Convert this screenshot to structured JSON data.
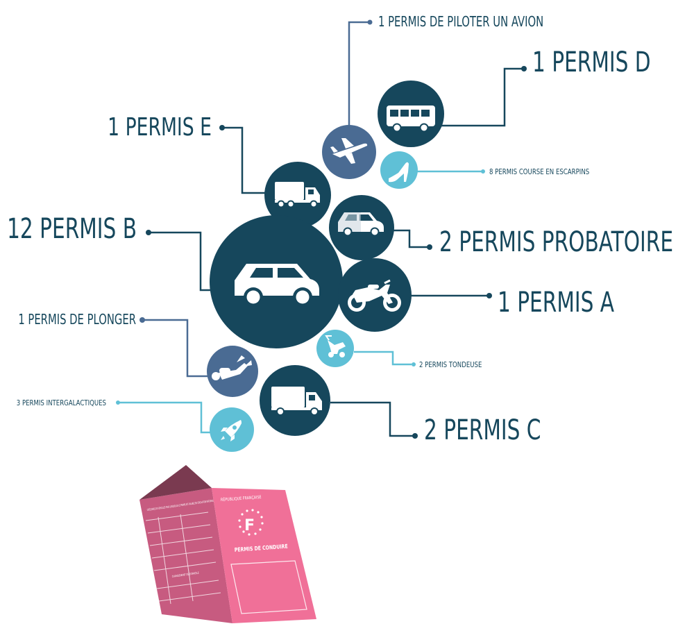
{
  "colors": {
    "dark": "#16475c",
    "mid": "#4a6b93",
    "light": "#5fc0d6",
    "licence_pink": "#f07098",
    "licence_back": "#c75b80",
    "licence_fold": "#7a3a50"
  },
  "licences": [
    {
      "id": "avion",
      "label": "1 PERMIS DE PILOTER UN AVION",
      "icon": "airplane-icon"
    },
    {
      "id": "d",
      "label": "1 PERMIS D",
      "icon": "bus-icon"
    },
    {
      "id": "e",
      "label": "1 PERMIS E",
      "icon": "truck-trailer-icon"
    },
    {
      "id": "escarpins",
      "label": "8 PERMIS COURSE EN ESCARPINS",
      "icon": "high-heel-icon"
    },
    {
      "id": "b",
      "label": "12 PERMIS B",
      "icon": "car-icon"
    },
    {
      "id": "probatoire",
      "label": "2 PERMIS PROBATOIRE",
      "icon": "car-probation-icon"
    },
    {
      "id": "a",
      "label": "1 PERMIS A",
      "icon": "motorcycle-icon"
    },
    {
      "id": "plonger",
      "label": "1 PERMIS DE PLONGER",
      "icon": "diver-icon"
    },
    {
      "id": "tondeuse",
      "label": "2 PERMIS TONDEUSE",
      "icon": "lawnmower-icon"
    },
    {
      "id": "intergalactiques",
      "label": "3 PERMIS INTERGALACTIQUES",
      "icon": "rocket-icon"
    },
    {
      "id": "c",
      "label": "2 PERMIS C",
      "icon": "truck-icon"
    }
  ],
  "document": {
    "country": "RÉPUBLIQUE FRANÇAISE",
    "letter": "F",
    "title": "PERMIS DE CONDUIRE",
    "category_note": "CATÉGORIES DE VÉHICULES POUR LESQUELLES LE PERMIS EST VALABLE EN CIRCULATION NATIONALE",
    "address_change": "CHANGEMENT DE DOMICILE",
    "icon": "driving-licence-icon"
  }
}
